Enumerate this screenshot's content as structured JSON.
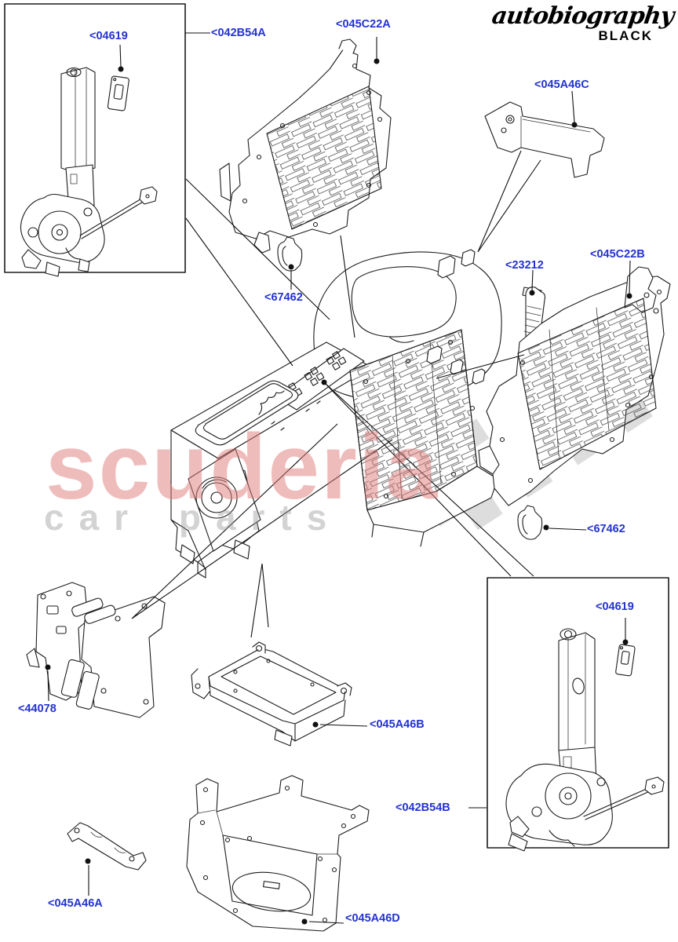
{
  "brand": {
    "script_text": "autobiography",
    "sub_text": "BLACK"
  },
  "watermark": {
    "line1": "scuderia",
    "line2": "car parts"
  },
  "colors": {
    "label_blue": "#2433cf",
    "line_black": "#1c1c1c",
    "flag_gray": "#d8d8d8",
    "watermark_pink": "#e07a7a",
    "watermark_gray": "#969696"
  },
  "diagram": {
    "description": "Exploded parts diagram of a vehicle console assembly with callout part numbers",
    "labels": [
      {
        "part": "04619",
        "text": "<04619"
      },
      {
        "part": "042B54A",
        "text": "<042B54A"
      },
      {
        "part": "045C22A",
        "text": "<045C22A"
      },
      {
        "part": "045A46C",
        "text": "<045A46C"
      },
      {
        "part": "23212",
        "text": "<23212"
      },
      {
        "part": "045C22B",
        "text": "<045C22B"
      },
      {
        "part": "67462",
        "text": "<67462"
      },
      {
        "part": "67462",
        "text": "<67462"
      },
      {
        "part": "44078",
        "text": "<44078"
      },
      {
        "part": "045A46B",
        "text": "<045A46B"
      },
      {
        "part": "042B54B",
        "text": "<042B54B"
      },
      {
        "part": "04619",
        "text": "<04619"
      },
      {
        "part": "045A46A",
        "text": "<045A46A"
      },
      {
        "part": "045A46D",
        "text": "<045A46D"
      }
    ]
  }
}
